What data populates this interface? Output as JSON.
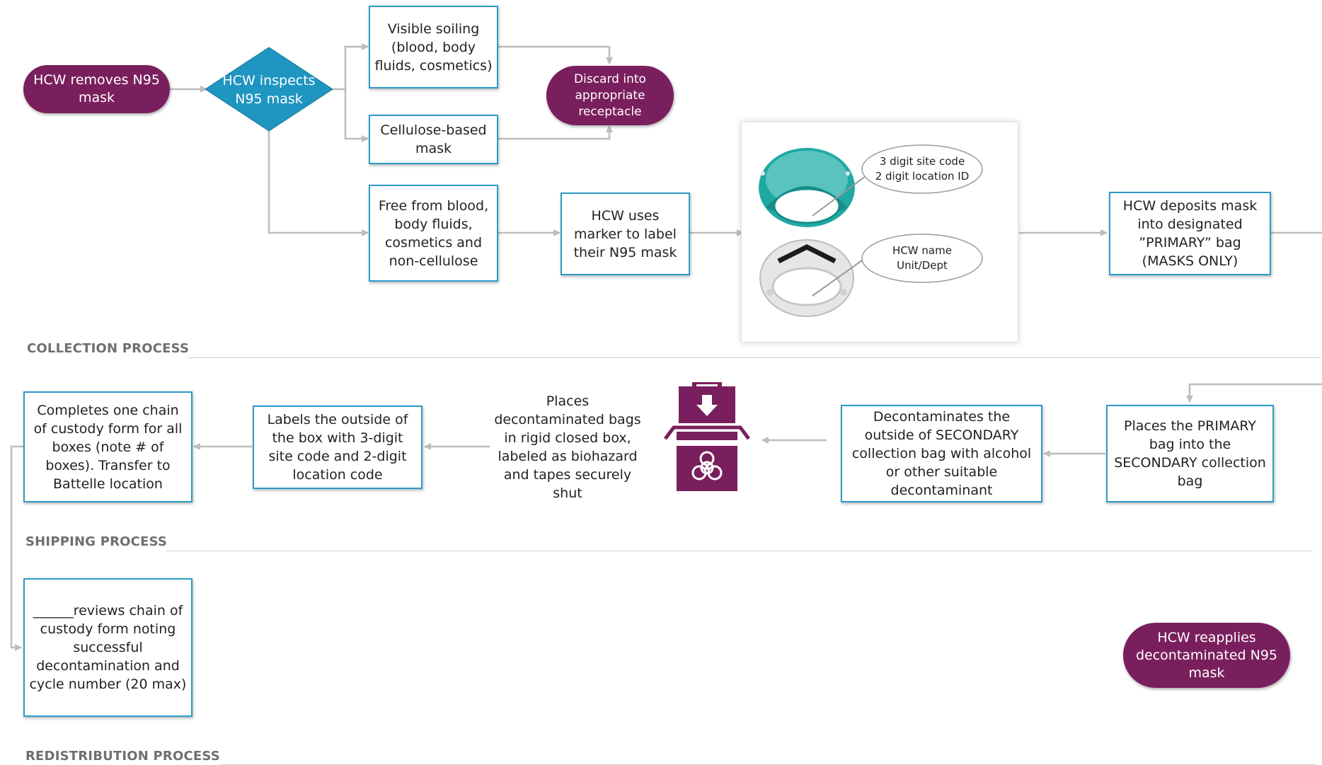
{
  "nodes": {
    "hcw_removes": "HCW removes N95 mask",
    "hcw_inspects": "HCW inspects N95 mask",
    "visible_soiling": "Visible soiling (blood, body fluids, cosmetics)",
    "cellulose": "Cellulose-based mask",
    "discard": "Discard into appropriate receptacle",
    "free_from": "Free from blood, body fluids, cosmetics and non-cellulose",
    "hcw_uses_marker": "HCW uses marker to label their N95 mask",
    "hcw_deposits": "HCW deposits mask into designated ”PRIMARY”  bag (MASKS ONLY)",
    "places_primary": "Places the PRIMARY bag into the SECONDARY collection bag",
    "decontaminates": "Decontaminates the outside of SECONDARY collection bag with alcohol or other suitable decontaminant",
    "places_decontaminated": "Places decontaminated bags in rigid closed box, labeled as biohazard and tapes securely shut",
    "labels_box": "Labels the outside of the box with 3-digit site code and 2-digit location code",
    "completes_form": "Completes one chain of custody form for all boxes (note # of boxes). Transfer to Battelle location",
    "reviews_form": "______reviews chain of custody form noting successful decontamination and cycle number (20 max)",
    "hcw_reapplies": "HCW reapplies decontaminated N95 mask"
  },
  "callouts": {
    "site_code": "3 digit site code",
    "location_id": "2 digit location ID",
    "hcw_name": "HCW name",
    "unit_dept": "Unit/Dept"
  },
  "sections": {
    "collection": "COLLECTION PROCESS",
    "shipping": "SHIPPING PROCESS",
    "redistribution": "REDISTRIBUTION PROCESS"
  },
  "colors": {
    "terminal": "#7a1f5e",
    "decision": "#1f95c1",
    "process_border": "#2e9ac9",
    "connector": "#bdbdbd",
    "section_label": "#6f6f6f"
  },
  "icons": {
    "mask_photo_1": "teal-n95-mask-icon",
    "mask_photo_2": "white-n95-mask-icon",
    "biohazard_box": "biohazard-bin-icon"
  }
}
